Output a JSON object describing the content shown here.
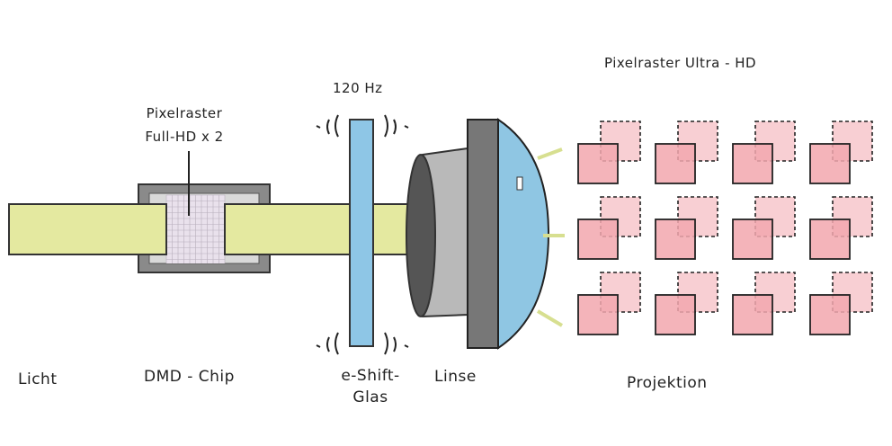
{
  "labels": {
    "light": "Licht",
    "dmd_chip": "DMD - Chip",
    "eshift_line1": "e-Shift-",
    "eshift_line2": "Glas",
    "lens": "Linse",
    "projection": "Projektion",
    "frequency": "120 Hz",
    "pixel_grid_fullhd_line1": "Pixelraster",
    "pixel_grid_fullhd_line2": "Full-HD x 2",
    "pixel_grid_ultrahd": "Pixelraster Ultra - HD"
  },
  "colors": {
    "light_beam": "#e4e9a0",
    "chip_frame": "#8a8a8a",
    "chip_grid": "#e9e1ec",
    "glass": "#8ec6e6",
    "lens_barrel": "#b9b9b9",
    "lens_ring": "#777777",
    "lens_dome": "#8fc6e3",
    "pixel": "#f2a7ae"
  },
  "projection_grid": {
    "rows": 3,
    "cols": 4
  }
}
